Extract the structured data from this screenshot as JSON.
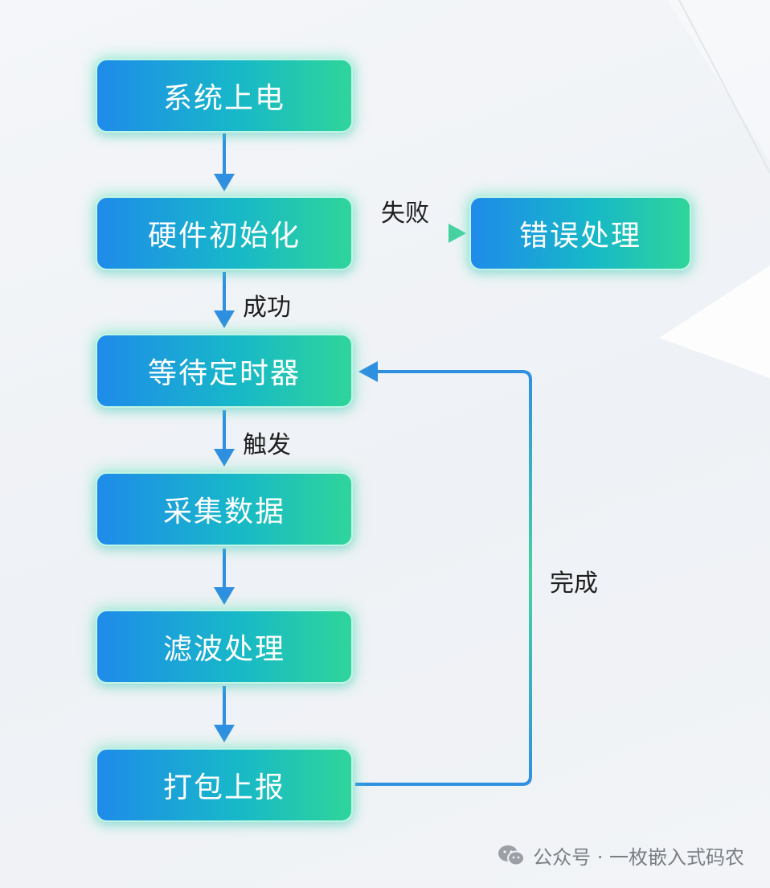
{
  "diagram": {
    "nodes": [
      {
        "id": "power_on",
        "label": "系统上电"
      },
      {
        "id": "hw_init",
        "label": "硬件初始化"
      },
      {
        "id": "error",
        "label": "错误处理"
      },
      {
        "id": "wait_timer",
        "label": "等待定时器"
      },
      {
        "id": "collect",
        "label": "采集数据"
      },
      {
        "id": "filter",
        "label": "滤波处理"
      },
      {
        "id": "report",
        "label": "打包上报"
      }
    ],
    "edges": [
      {
        "from": "power_on",
        "to": "hw_init",
        "label": ""
      },
      {
        "from": "hw_init",
        "to": "error",
        "label": "失败"
      },
      {
        "from": "hw_init",
        "to": "wait_timer",
        "label": "成功"
      },
      {
        "from": "wait_timer",
        "to": "collect",
        "label": "触发"
      },
      {
        "from": "collect",
        "to": "filter",
        "label": ""
      },
      {
        "from": "filter",
        "to": "report",
        "label": ""
      },
      {
        "from": "report",
        "to": "wait_timer",
        "label": "完成"
      }
    ]
  },
  "colors": {
    "node_gradient_start": "#1f8bea",
    "node_gradient_end": "#2fd59a",
    "arrow_blue": "#2f8fe0",
    "arrow_green": "#46d2a0"
  },
  "watermark": {
    "icon": "wechat-icon",
    "text": "公众号 · 一枚嵌入式码农"
  }
}
